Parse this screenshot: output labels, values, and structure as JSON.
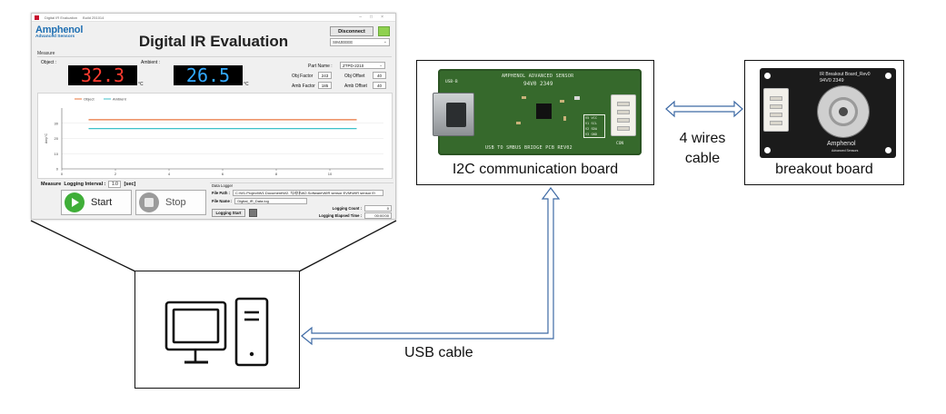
{
  "app": {
    "titlebar": "Digital IR Evaluation",
    "titlebar_extra": "Build 251014",
    "brand_name": "Amphenol",
    "brand_sub": "Advanced Sensors",
    "title": "Digital IR Evaluation",
    "disconnect_label": "Disconnect",
    "port_value": "SIMJEEEE",
    "measure_tab": "Measure",
    "object_label": "Object :",
    "ambient_label": "Ambient :",
    "object_value": "32.3",
    "ambient_value": "26.5",
    "unit": "°C",
    "part_name_label": "Part Name :",
    "part_name_value": "ZTPD-2210",
    "obj_factor_label": "Obj Factor",
    "obj_factor_value": "243",
    "obj_offset_label": "Obj Offset",
    "obj_offset_value": "40",
    "amb_factor_label": "Amb Factor",
    "amb_factor_value": "185",
    "amb_offset_label": "Amb Offset",
    "amb_offset_value": "40",
    "measure_label": "Measure",
    "logging_interval_label": "Logging Interval :",
    "logging_interval_value": "1.0",
    "interval_unit": "[sec]",
    "start_label": "Start",
    "stop_label": "Stop",
    "datalogger_title": "Data Logger",
    "file_path_label": "File Path :",
    "file_path_value": "C:\\W1.Project\\W1.Document\\W2. 차세대\\W2.Software\\WIR sensor EVM\\WIR sensor E\\",
    "file_name_label": "File Name :",
    "file_name_value": "Digital_IR_Data.log",
    "logging_start_label": "Logging Start",
    "logging_count_label": "Logging Count :",
    "logging_count_value": "0",
    "elapsed_label": "Logging Elapsed Time :",
    "elapsed_value": "00:00:00"
  },
  "chart_data": {
    "type": "line",
    "legend": [
      "Object",
      "Ambient"
    ],
    "series": [
      {
        "name": "Object",
        "color": "#e8743b",
        "x": [
          1,
          11
        ],
        "y": [
          32.3,
          32.3
        ]
      },
      {
        "name": "Ambient",
        "color": "#3fc1c9",
        "x": [
          1,
          11
        ],
        "y": [
          26.5,
          26.5
        ]
      }
    ],
    "xlim": [
      0,
      12
    ],
    "ylim": [
      0,
      40
    ],
    "x_ticks": [
      "0",
      "2",
      "4",
      "6",
      "8",
      "10"
    ],
    "y_ticks": [
      "0",
      "10",
      "20",
      "30"
    ],
    "ylabel": "Amp°C",
    "grid": true,
    "legend_position": "top-left"
  },
  "i2c_board": {
    "caption": "I2C communication board",
    "silk_top": "AMPHENOL ADVANCED SENSOR",
    "silk_code": "94V0 2349",
    "silk_usb": "USB-B",
    "silk_bottom": "USB TO SMBUS BRIDGE PCB REV02",
    "silk_con": "CON",
    "pin_labels": [
      "V5 VCC",
      "V1 SCL",
      "V2 SDA",
      "V3 GND"
    ]
  },
  "breakout_board": {
    "caption": "breakout board",
    "silk_title": "IR Breakout Board_Rev0",
    "silk_code": "94V0 2349",
    "brand": "Amphenol",
    "brand_sub": "Advanced Sensors"
  },
  "connections": {
    "wires_label_line1": "4 wires",
    "wires_label_line2": "cable",
    "usb_label": "USB cable"
  },
  "colors": {
    "arrow_outline": "#3e6aa5",
    "led_object": "#ff3b2f",
    "led_ambient": "#32a9ff",
    "pcb_green": "#36692c"
  }
}
